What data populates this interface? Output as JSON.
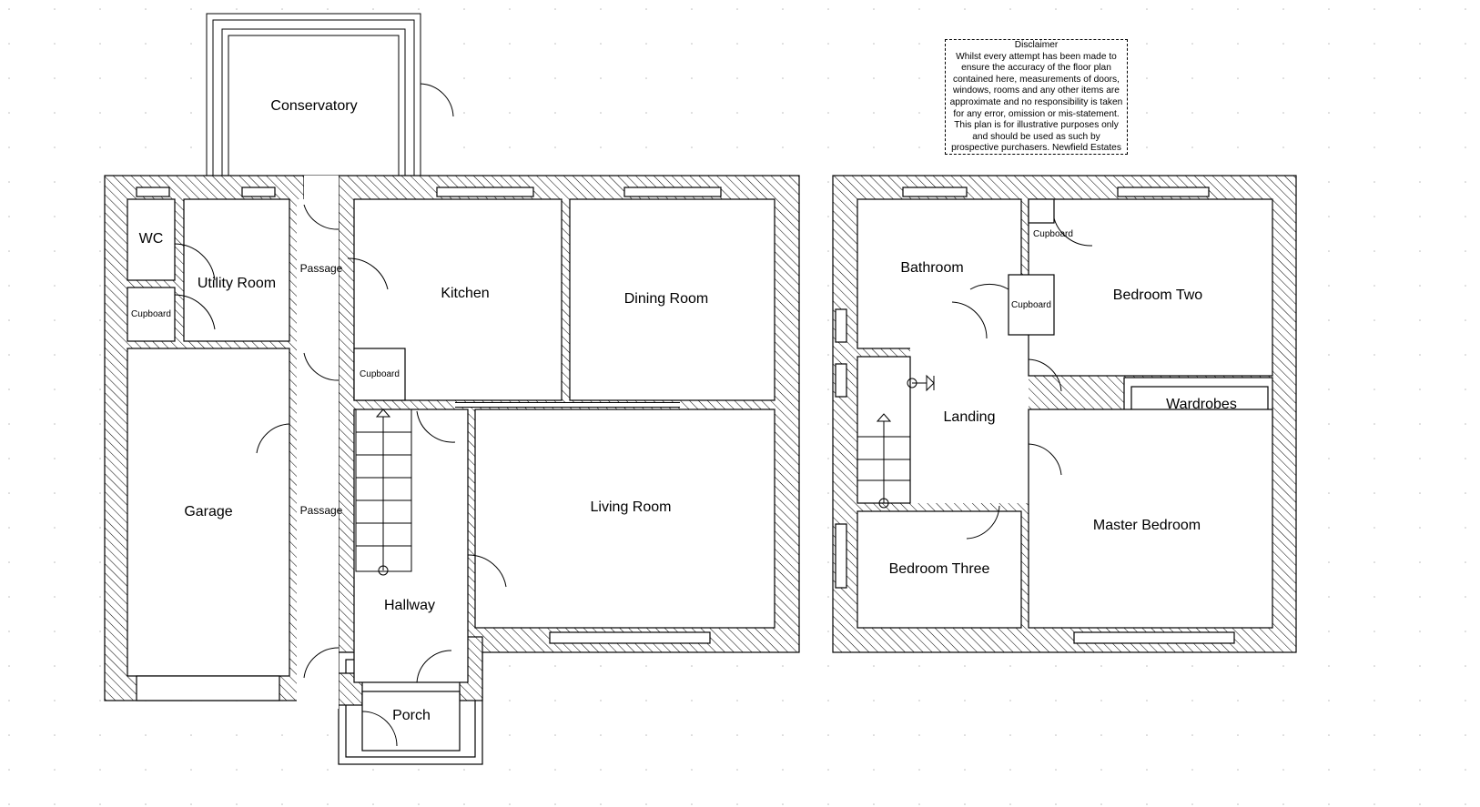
{
  "disclaimer": {
    "title": "Disclaimer",
    "lines": [
      "Whilst every attempt has been made to",
      "ensure the accuracy of the floor plan",
      "contained here, measurements of doors,",
      "windows, rooms and any other items are",
      "approximate and no responsibility is taken",
      "for any error, omission or mis-statement.",
      "This plan is for illustrative purposes only",
      "and should be used as such by",
      "prospective purchasers. Newfield Estates"
    ]
  },
  "ground_floor": {
    "conservatory": "Conservatory",
    "wc": "WC",
    "utility_room": "Utility Room",
    "cupboard_utility": "Cupboard",
    "passage_top": "Passage",
    "kitchen": "Kitchen",
    "dining_room": "Dining Room",
    "cupboard_hall": "Cupboard",
    "garage": "Garage",
    "passage_side": "Passage",
    "living_room": "Living Room",
    "hallway": "Hallway",
    "porch": "Porch"
  },
  "first_floor": {
    "bathroom": "Bathroom",
    "cupboard_top": "Cupboard",
    "cupboard_mid": "Cupboard",
    "bedroom_two": "Bedroom Two",
    "wardrobes": "Wardrobes",
    "landing": "Landing",
    "master_bedroom": "Master Bedroom",
    "bedroom_three": "Bedroom Three"
  },
  "colors": {
    "line": "#000000",
    "background": "#ffffff"
  }
}
